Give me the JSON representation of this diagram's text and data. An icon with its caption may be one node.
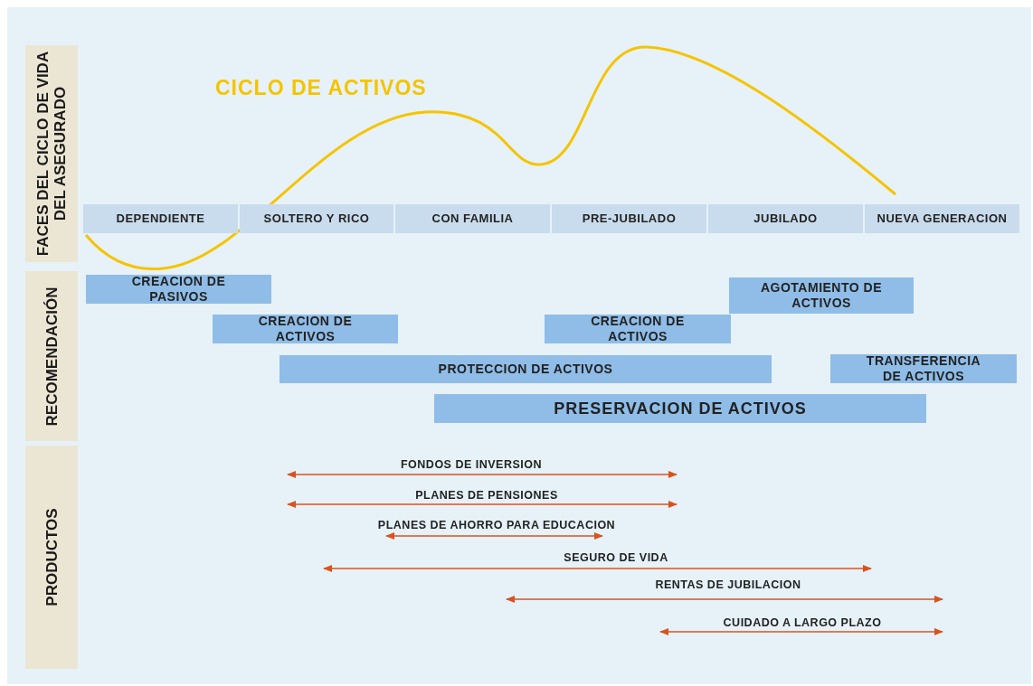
{
  "diagram": {
    "title": "CICLO DE ACTIVOS",
    "nodes": [
      {
        "text": [
          "FACES DEL CICLO DE VIDA DEL ASEGURADO"
        ]
      },
      {
        "text": [
          "RECOMENDACIÓN"
        ]
      },
      {
        "text": [
          "PRODUCTOS"
        ]
      },
      {
        "text": [
          "DEPENDIENTE"
        ]
      },
      {
        "text": [
          "SOLTERO Y RICO"
        ]
      },
      {
        "text": [
          "CON FAMILIA"
        ]
      },
      {
        "text": [
          "PRE-JUBILADO"
        ]
      },
      {
        "text": [
          "JUBILADO"
        ]
      },
      {
        "text": [
          "NUEVA GENERACION"
        ]
      },
      {
        "text": [
          "CREACION DE PASIVOS"
        ]
      },
      {
        "text": [
          "CREACION DE ACTIVOS"
        ]
      },
      {
        "text": [
          "CREACION DE ACTIVOS"
        ]
      },
      {
        "text": [
          "AGOTAMIENTO DE ACTIVOS"
        ]
      },
      {
        "text": [
          "PROTECCION DE ACTIVOS"
        ]
      },
      {
        "text": [
          "TRANSFERENCIA DE ACTIVOS"
        ]
      },
      {
        "text": [
          "PRESERVACION DE ACTIVOS"
        ]
      }
    ],
    "labels": [
      "FONDOS DE INVERSION",
      "PLANES DE PENSIONES",
      "PLANES DE AHORRO PARA EDUCACION",
      "SEGURO DE VIDA",
      "RENTAS DE JUBILACION",
      "CUIDADO A LARGO PLAZO"
    ]
  }
}
